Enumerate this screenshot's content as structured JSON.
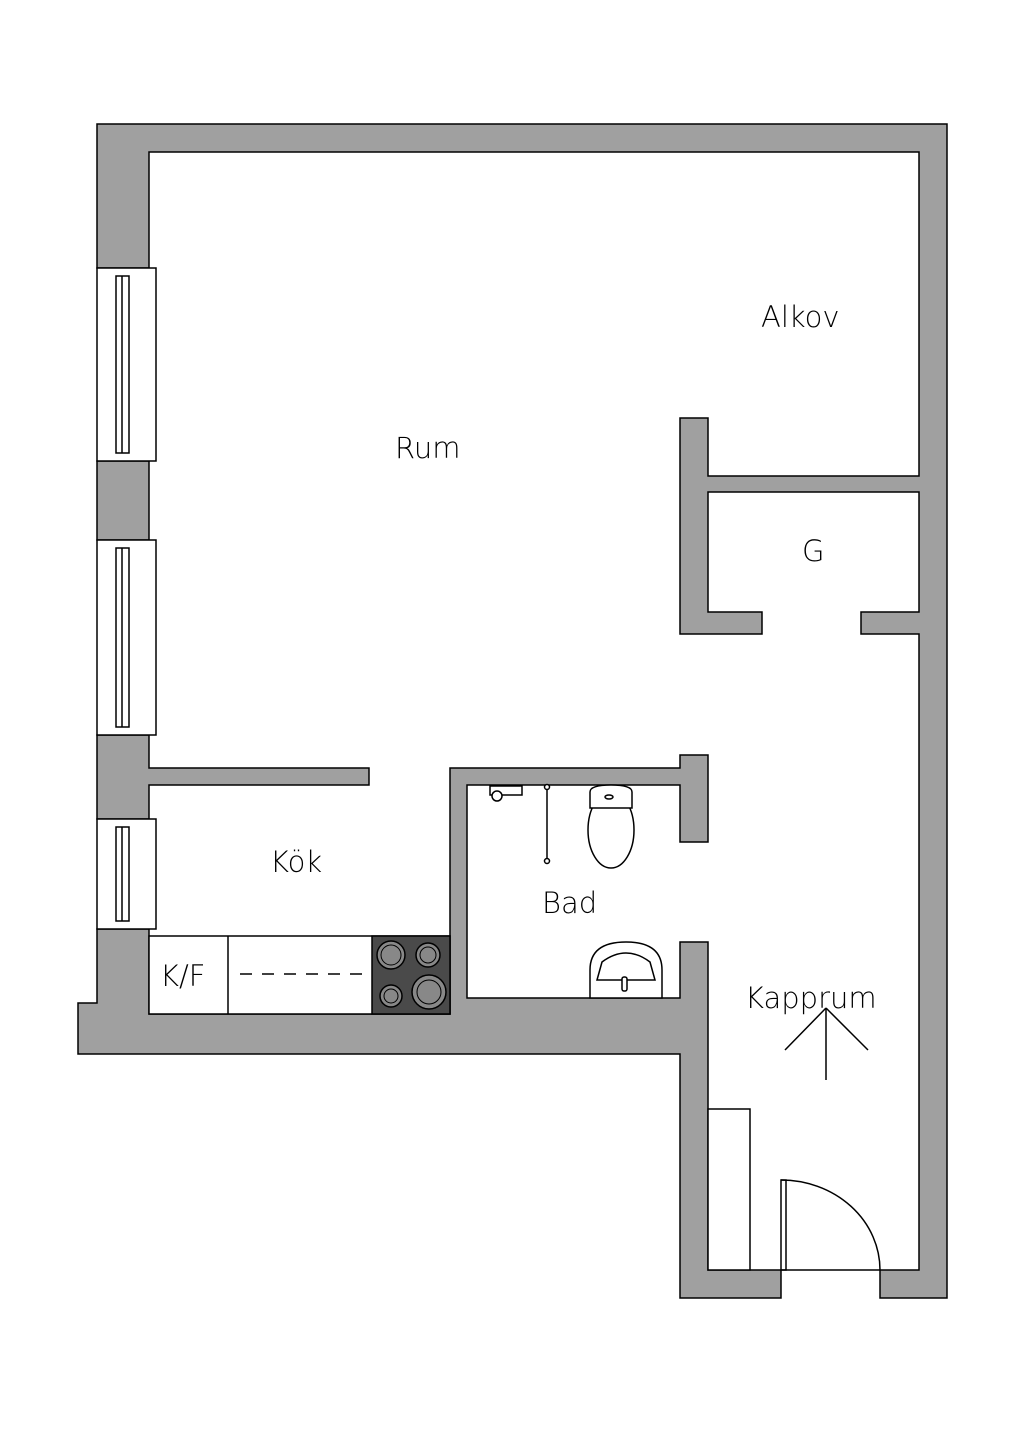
{
  "rooms": {
    "rum": "Rum",
    "alkov": "Alkov",
    "g": "G",
    "kok": "Kök",
    "bad": "Bad",
    "kapprum": "Kapprum",
    "kf": "K/F"
  },
  "colors": {
    "wall": "#a0a0a0",
    "stove": "#4a4a4a"
  }
}
